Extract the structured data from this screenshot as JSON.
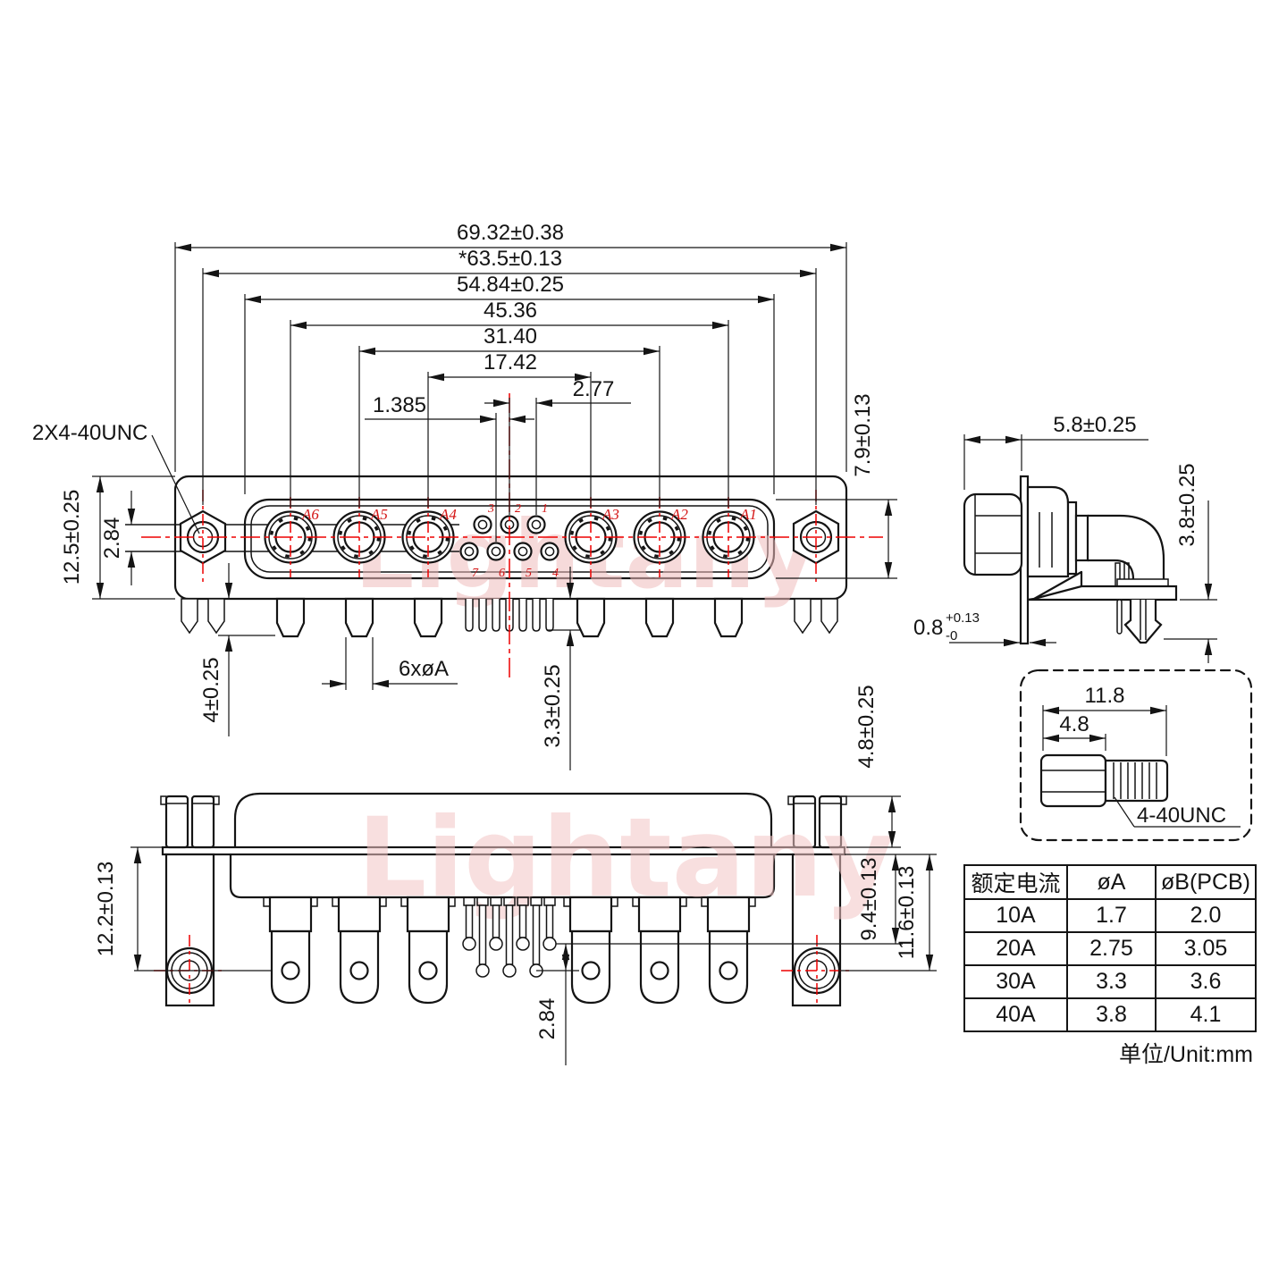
{
  "watermark": "Lightany",
  "front_view": {
    "thread_callout": "2X4-40UNC",
    "dim_overall_width": "69.32±0.38",
    "dim_mount_spacing": "*63.5±0.13",
    "dim_shell_width": "54.84±0.25",
    "dim_a1_a6_span": "45.36",
    "dim_a2_a5_span": "31.40",
    "dim_a3_a4_span": "17.42",
    "dim_pin_pitch": "2.77",
    "dim_half_pitch": "1.385",
    "dim_body_height": "12.5±0.25",
    "dim_row_spacing": "2.84",
    "dim_face_height": "7.9±0.13",
    "dim_pin_length": "4±0.25",
    "dim_hole_callout": "6xøA",
    "dim_small_pin_length": "3.3±0.25",
    "contacts": [
      "A6",
      "A5",
      "A4",
      "A3",
      "A2",
      "A1"
    ],
    "pins_top": [
      "3",
      "2",
      "1"
    ],
    "pins_bottom": [
      "7",
      "6",
      "5",
      "4"
    ]
  },
  "side_view": {
    "dim_front_depth": "5.8±0.25",
    "dim_pin_standoff": "3.8±0.25",
    "dim_panel_base": "0.8",
    "dim_panel_tol_upper": "+0.13",
    "dim_panel_tol_lower": "-0"
  },
  "bottom_view": {
    "dim_height": "12.2±0.13",
    "dim_short_pin": "9.4±0.13",
    "dim_long_pin": "11.6±0.13",
    "dim_row_offset": "2.84",
    "dim_standoff_height": "4.8±0.25"
  },
  "screw_detail": {
    "dim_overall_length": "11.8",
    "dim_hex_length": "4.8",
    "thread_callout": "4-40UNC"
  },
  "table": {
    "headers": [
      "额定电流",
      "øA",
      "øB(PCB)"
    ],
    "rows": [
      [
        "10A",
        "1.7",
        "2.0"
      ],
      [
        "20A",
        "2.75",
        "3.05"
      ],
      [
        "30A",
        "3.3",
        "3.6"
      ],
      [
        "40A",
        "3.8",
        "4.1"
      ]
    ],
    "unit_note": "单位/Unit:mm"
  }
}
